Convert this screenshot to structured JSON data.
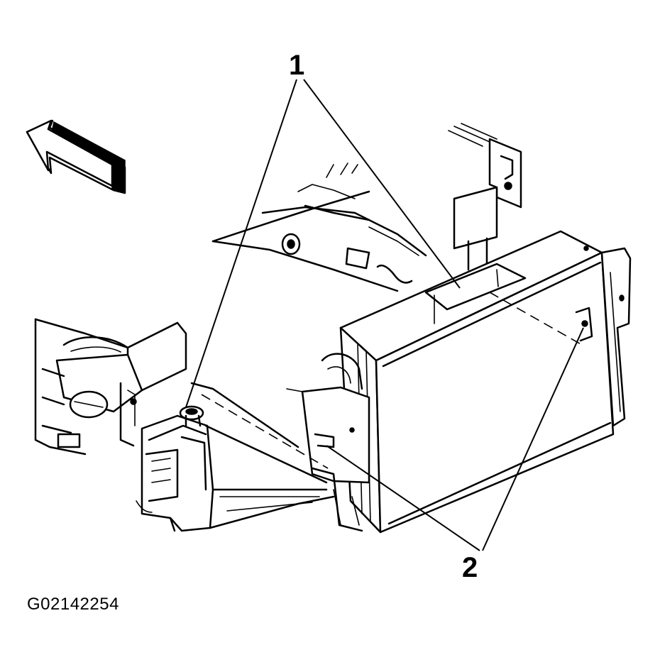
{
  "callouts": {
    "one": "1",
    "two": "2"
  },
  "figure_id": "G02142254",
  "icons": {
    "direction_arrow": "front-direction-arrow-icon"
  }
}
